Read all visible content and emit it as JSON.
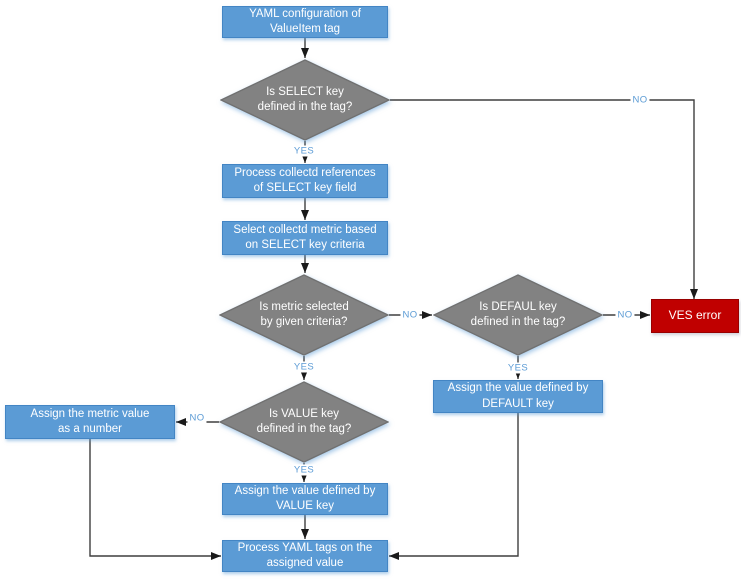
{
  "diagram": {
    "labels": {
      "yes": "YES",
      "no": "NO"
    },
    "colors": {
      "process_fill": "#5B9BD5",
      "process_border": "#4385C4",
      "decision_fill": "#828282",
      "decision_border": "#707070",
      "error_fill": "#C00000",
      "error_border": "#980000",
      "connector": "#3F3F3F",
      "branch_label": "#5B9BD5"
    },
    "nodes": {
      "start": "YAML configuration of\nValueItem tag",
      "select_decision": "Is SELECT key\ndefined in the tag?",
      "process_references": "Process collectd references\nof SELECT key field",
      "select_metric": "Select collectd metric based\non SELECT key criteria",
      "metric_decision": "Is metric selected\nby given criteria?",
      "default_decision": "Is DEFAUL key\ndefined in the tag?",
      "ves_error": "VES error",
      "assign_default": "Assign the value defined by\nDEFAULT key",
      "value_decision": "Is VALUE key\ndefined in the tag?",
      "assign_metric_number": "Assign the metric value\nas a number",
      "assign_value": "Assign the value defined by\nVALUE key",
      "process_yaml_tags": "Process YAML tags on the\nassigned value"
    }
  }
}
